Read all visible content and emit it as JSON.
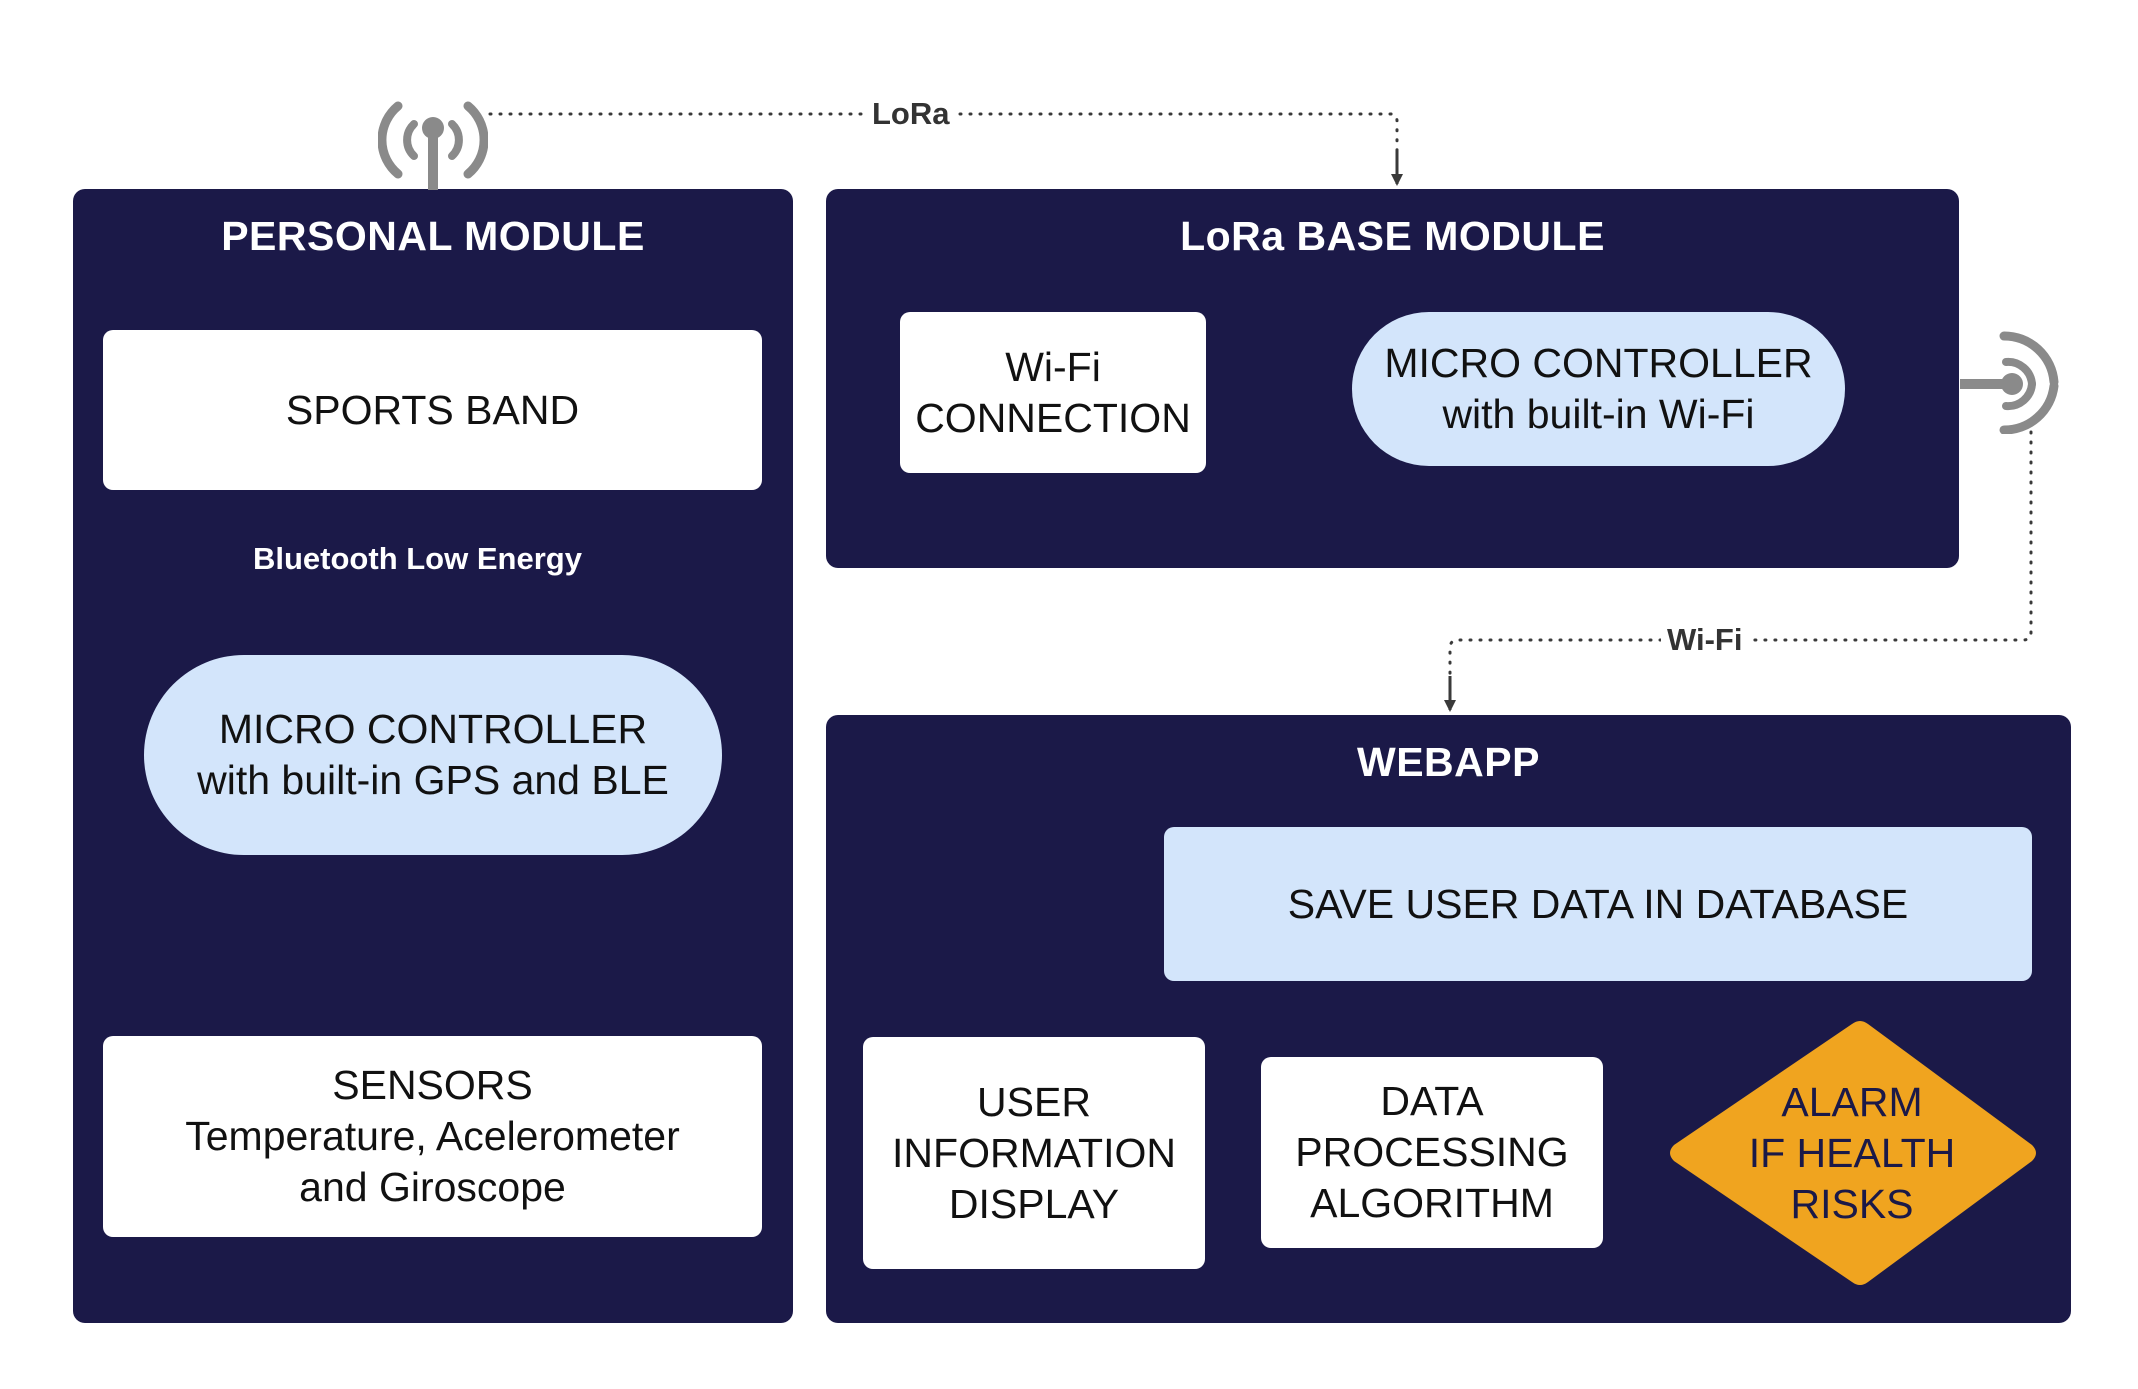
{
  "panels": {
    "personal": {
      "title": "PERSONAL MODULE"
    },
    "lora_base": {
      "title": "LoRa BASE MODULE"
    },
    "webapp": {
      "title": "WEBAPP"
    }
  },
  "nodes": {
    "sports_band": {
      "lines": [
        "SPORTS BAND"
      ]
    },
    "micro_gps_ble": {
      "lines": [
        "MICRO CONTROLLER",
        "with built-in GPS and BLE"
      ]
    },
    "sensors": {
      "lines": [
        "SENSORS",
        "Temperature, Acelerometer",
        "and Giroscope"
      ]
    },
    "wifi_connection": {
      "lines": [
        "Wi-Fi",
        "CONNECTION"
      ]
    },
    "micro_wifi": {
      "lines": [
        "MICRO CONTROLLER",
        "with built-in Wi-Fi"
      ]
    },
    "save_user_data": {
      "lines": [
        "SAVE USER DATA IN DATABASE"
      ]
    },
    "user_info_display": {
      "lines": [
        "USER",
        "INFORMATION",
        "DISPLAY"
      ]
    },
    "data_processing": {
      "lines": [
        "DATA",
        "PROCESSING",
        "ALGORITHM"
      ]
    },
    "alarm": {
      "lines": [
        "ALARM",
        "IF HEALTH",
        "RISKS"
      ]
    }
  },
  "edge_labels": {
    "lora": "LoRa",
    "ble": "Bluetooth Low Energy",
    "wifi": "Wi-Fi"
  },
  "icons": {
    "antenna": "antenna-signal-icon",
    "wifi_receiver": "wireless-receiver-icon"
  },
  "colors": {
    "panel_bg": "#1b1948",
    "node_white": "#ffffff",
    "node_blue": "#d3e5fb",
    "alarm": "#f0a41f",
    "connector_gray": "#4d4d4d",
    "icon_gray": "#8a8a8a"
  }
}
